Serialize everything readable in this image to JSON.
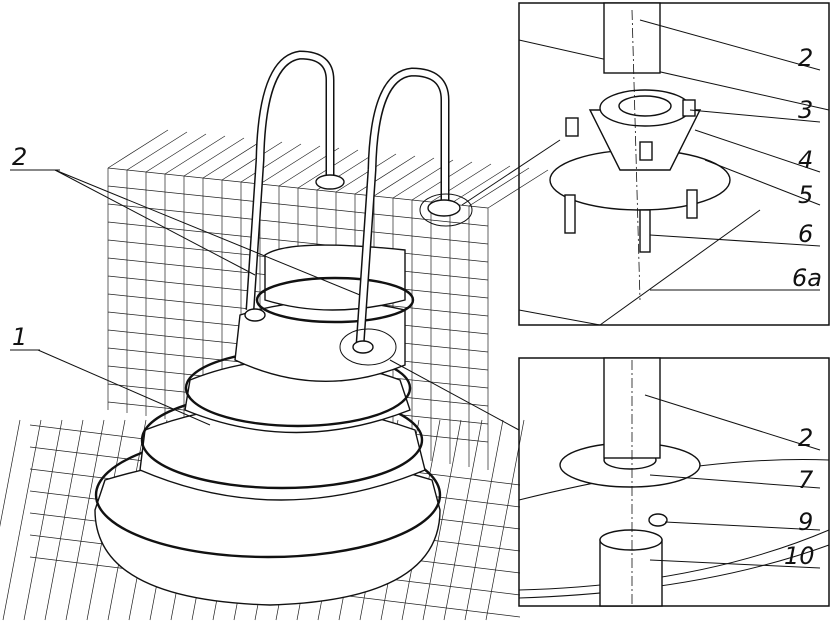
{
  "figure": {
    "main_labels": {
      "handrail": "2",
      "steps": "1"
    },
    "inset_top": {
      "labels": [
        "2",
        "3",
        "4",
        "5",
        "6",
        "6a"
      ]
    },
    "inset_bottom": {
      "labels": [
        "2",
        "7",
        "9",
        "10"
      ]
    }
  }
}
